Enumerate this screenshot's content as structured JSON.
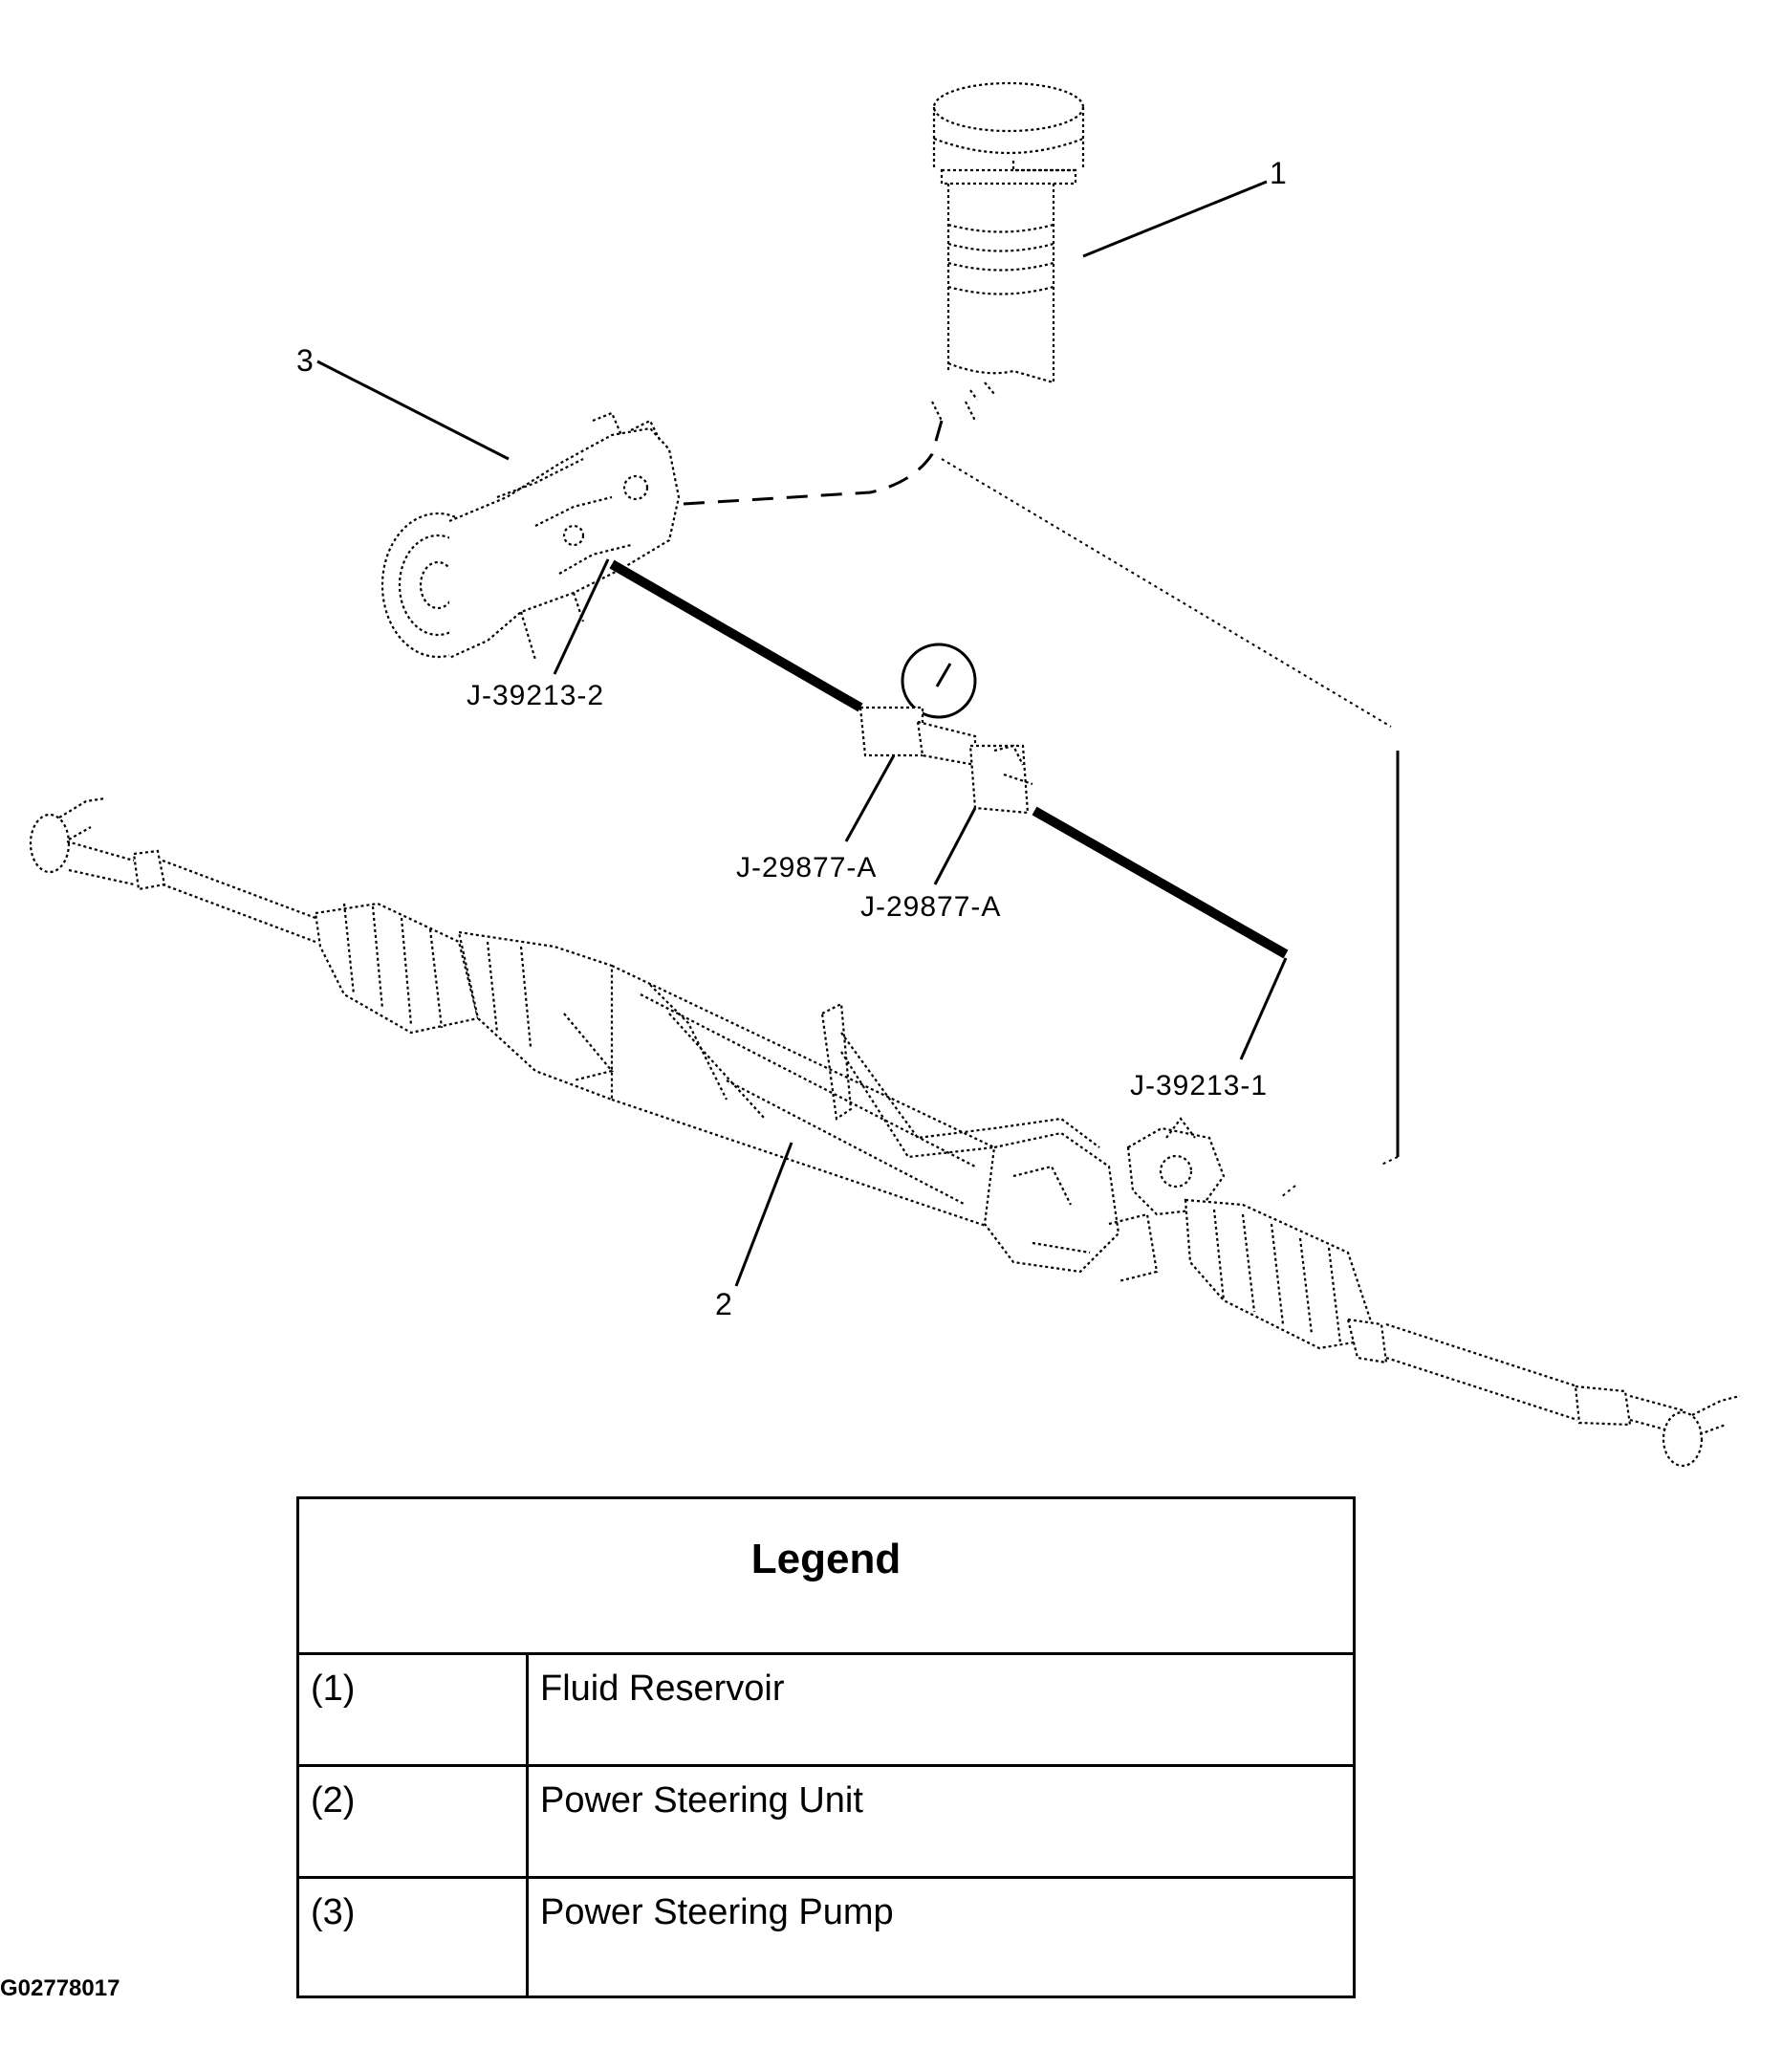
{
  "callouts": {
    "c1": "1",
    "c2": "2",
    "c3": "3"
  },
  "tools": {
    "t1": "J-39213-2",
    "t2": "J-29877-A",
    "t3": "J-29877-A",
    "t4": "J-39213-1"
  },
  "legend": {
    "title": "Legend",
    "rows": [
      {
        "num": "(1)",
        "label": "Fluid Reservoir"
      },
      {
        "num": "(2)",
        "label": "Power Steering Unit"
      },
      {
        "num": "(3)",
        "label": "Power Steering Pump"
      }
    ]
  },
  "figure_code": "G02778017"
}
